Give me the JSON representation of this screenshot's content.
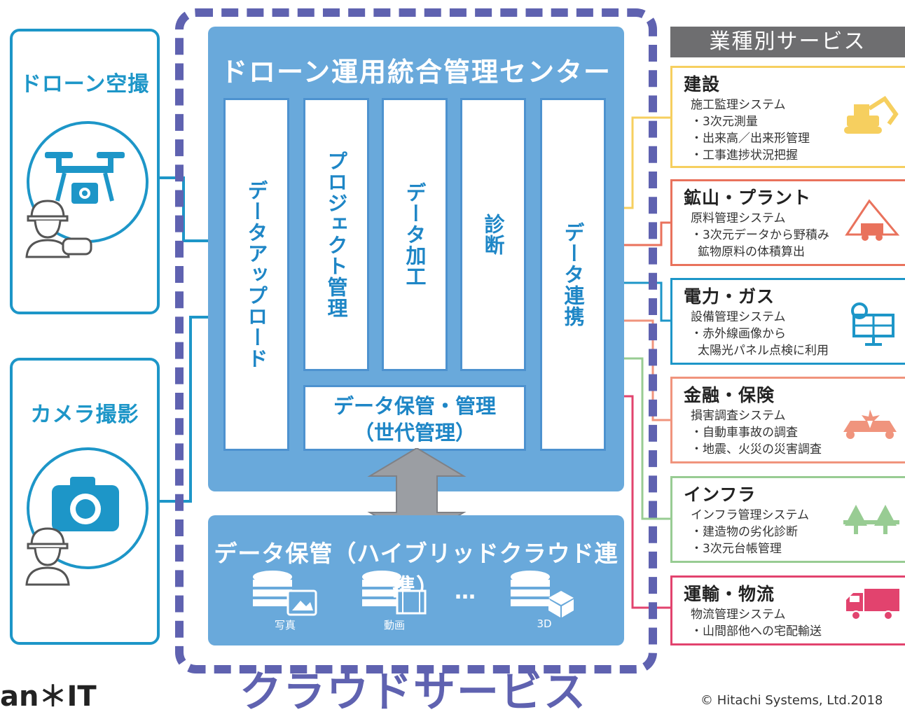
{
  "sources": [
    {
      "id": "drone",
      "title": "ドローン空撮"
    },
    {
      "id": "camera",
      "title": "カメラ撮影"
    }
  ],
  "center": {
    "title": "ドローン運用統合管理センター",
    "modules": [
      "データアップロード",
      "プロジェクト管理",
      "データ加工",
      "診断",
      "データ連携"
    ],
    "storage_mgmt": [
      "データ保管・管理",
      "（世代管理）"
    ]
  },
  "cloud_store": {
    "title": "データ保管（ハイブリッドクラウド連携）",
    "items": [
      "写真",
      "動画",
      "3D"
    ],
    "ellipsis": "…"
  },
  "cloud_label": "クラウドサービス",
  "industry": {
    "header": "業種別サービス",
    "services": [
      {
        "title": "建設",
        "color": "#f6cf5f",
        "lines": [
          "施工監理システム",
          "・3次元測量",
          "・出来高／出来形管理",
          "・工事進捗状況把握"
        ]
      },
      {
        "title": "鉱山・プラント",
        "color": "#e9725c",
        "lines": [
          "原料管理システム",
          "・3次元データから野積み",
          "鉱物原料の体積算出"
        ]
      },
      {
        "title": "電力・ガス",
        "color": "#1d96c8",
        "lines": [
          "設備管理システム",
          "・赤外線画像から",
          "太陽光パネル点検に利用"
        ]
      },
      {
        "title": "金融・保険",
        "color": "#f0947d",
        "lines": [
          "損害調査システム",
          "・自動車事故の調査",
          "・地震、火災の災害調査"
        ]
      },
      {
        "title": "インフラ",
        "color": "#98cc93",
        "lines": [
          "インフラ管理システム",
          "・建造物の劣化診断",
          "・3次元台帳管理"
        ]
      },
      {
        "title": "運輸・物流",
        "color": "#e2436e",
        "lines": [
          "物流管理システム",
          "・山間部他への宅配輸送"
        ]
      }
    ]
  },
  "footer": {
    "logo": "an＊IT",
    "copyright": "© Hitachi Systems, Ltd.2018"
  }
}
